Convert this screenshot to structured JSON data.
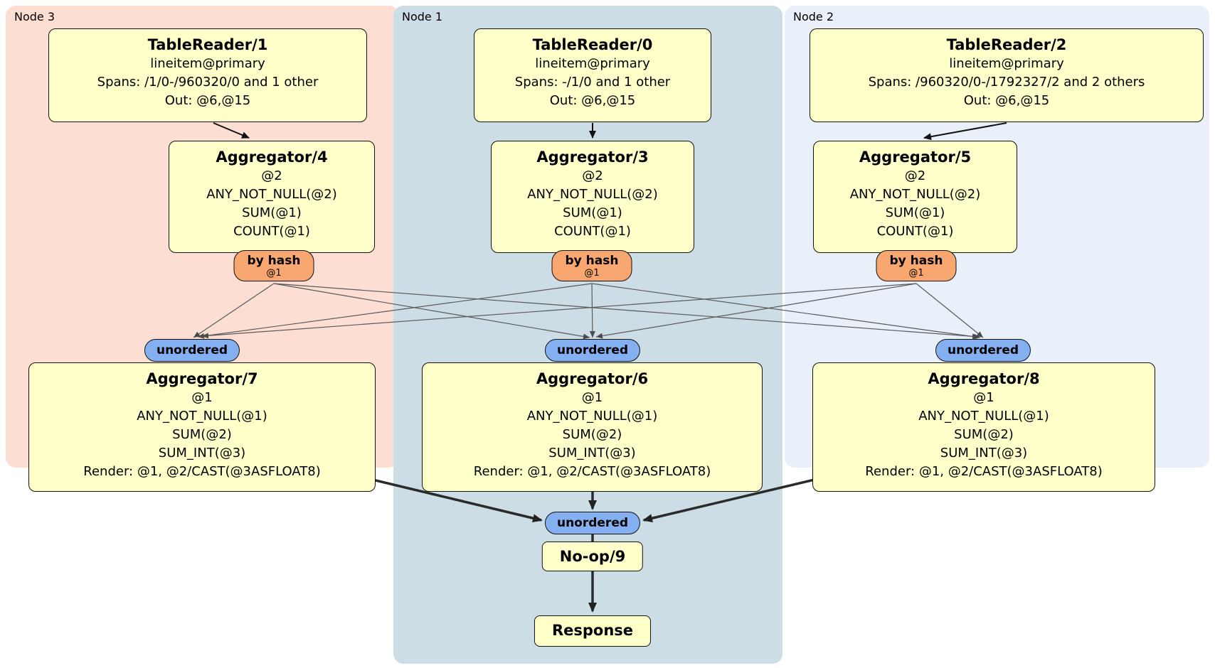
{
  "regions": {
    "node3": {
      "label": "Node 3"
    },
    "node1": {
      "label": "Node 1"
    },
    "node2": {
      "label": "Node 2"
    }
  },
  "boxes": {
    "tr1": {
      "title": "TableReader/1",
      "lines": [
        "lineitem@primary",
        "Spans: /1/0-/960320/0 and 1 other",
        "Out: @6,@15"
      ]
    },
    "tr0": {
      "title": "TableReader/0",
      "lines": [
        "lineitem@primary",
        "Spans: -/1/0 and 1 other",
        "Out: @6,@15"
      ]
    },
    "tr2": {
      "title": "TableReader/2",
      "lines": [
        "lineitem@primary",
        "Spans: /960320/0-/1792327/2 and 2 others",
        "Out: @6,@15"
      ]
    },
    "agg4": {
      "title": "Aggregator/4",
      "lines": [
        "@2",
        "ANY_NOT_NULL(@2)",
        "SUM(@1)",
        "COUNT(@1)"
      ]
    },
    "agg3": {
      "title": "Aggregator/3",
      "lines": [
        "@2",
        "ANY_NOT_NULL(@2)",
        "SUM(@1)",
        "COUNT(@1)"
      ]
    },
    "agg5": {
      "title": "Aggregator/5",
      "lines": [
        "@2",
        "ANY_NOT_NULL(@2)",
        "SUM(@1)",
        "COUNT(@1)"
      ]
    },
    "agg7": {
      "title": "Aggregator/7",
      "lines": [
        "@1",
        "ANY_NOT_NULL(@1)",
        "SUM(@2)",
        "SUM_INT(@3)",
        "Render: @1, @2/CAST(@3ASFLOAT8)"
      ]
    },
    "agg6": {
      "title": "Aggregator/6",
      "lines": [
        "@1",
        "ANY_NOT_NULL(@1)",
        "SUM(@2)",
        "SUM_INT(@3)",
        "Render: @1, @2/CAST(@3ASFLOAT8)"
      ]
    },
    "agg8": {
      "title": "Aggregator/8",
      "lines": [
        "@1",
        "ANY_NOT_NULL(@1)",
        "SUM(@2)",
        "SUM_INT(@3)",
        "Render: @1, @2/CAST(@3ASFLOAT8)"
      ]
    },
    "noop": {
      "title": "No-op/9"
    },
    "response": {
      "title": "Response"
    }
  },
  "pills": {
    "by_hash": "by hash",
    "by_hash_stream": "@1",
    "unordered": "unordered"
  },
  "colors": {
    "node3_bg": "#fcdfd2",
    "node1_bg": "#ccdde6",
    "node2_bg": "#e9f0fa",
    "box_bg": "#ffffc9",
    "hash_pill_bg": "#f7a76f",
    "unordered_pill_bg": "#84aff1"
  }
}
